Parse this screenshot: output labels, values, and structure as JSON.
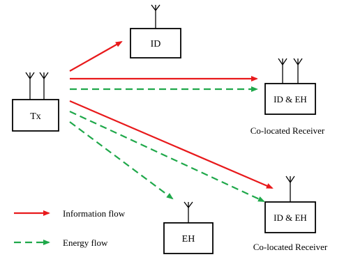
{
  "nodes": {
    "tx": "Tx",
    "id_receiver": "ID",
    "colocated_top": "ID & EH",
    "colocated_bottom": "ID & EH",
    "eh_receiver": "EH"
  },
  "captions": {
    "colocated_top": "Co-located Receiver",
    "colocated_bottom": "Co-located Receiver"
  },
  "legend": {
    "information": "Information flow",
    "energy": "Energy flow"
  },
  "colors": {
    "information": "#e8191b",
    "energy": "#1fa84a",
    "outline": "#000000"
  }
}
